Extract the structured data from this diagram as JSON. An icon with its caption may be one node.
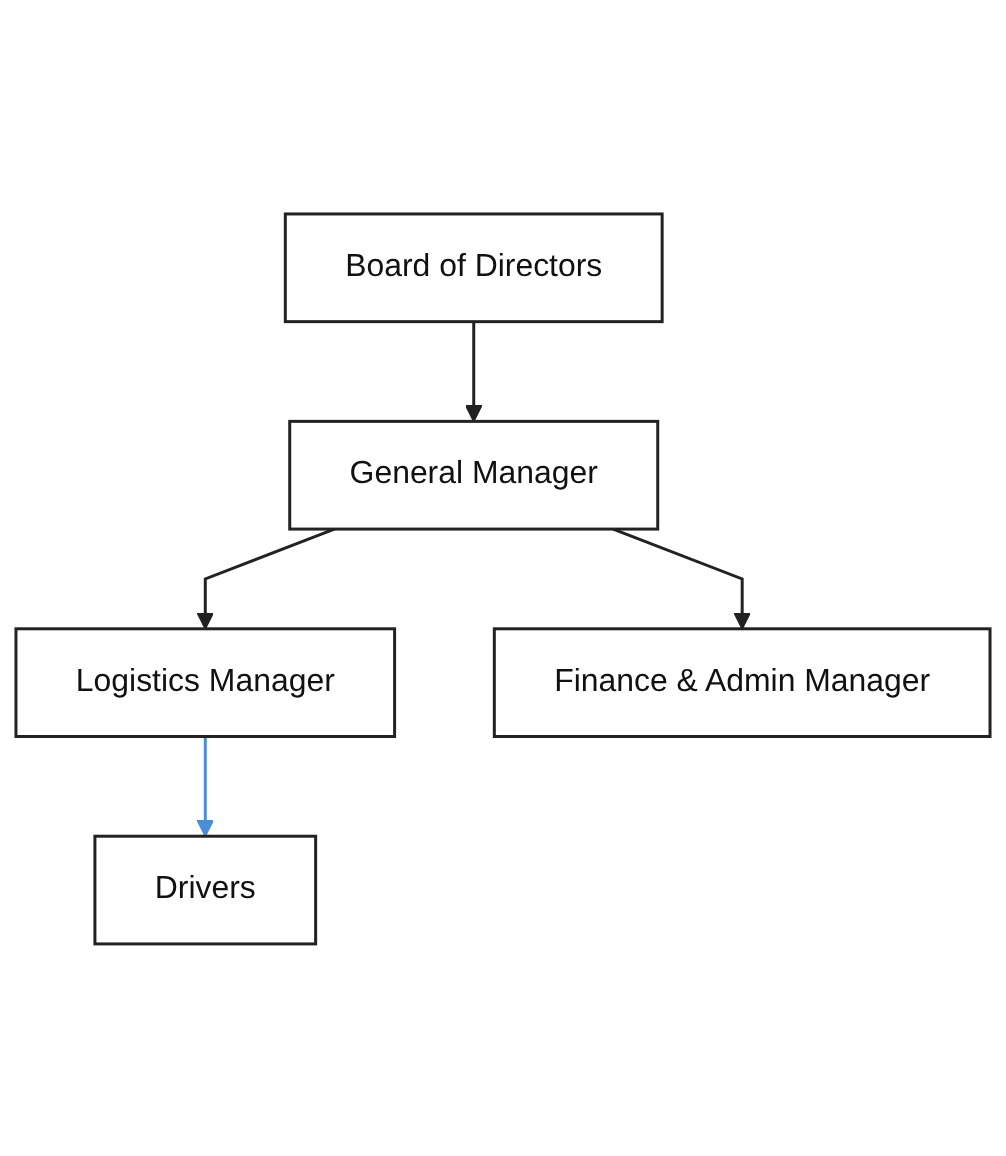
{
  "diagram": {
    "nodes": [
      {
        "text": [
          "Board of Directors"
        ]
      },
      {
        "text": [
          "General Manager"
        ]
      },
      {
        "text": [
          "Logistics Manager"
        ]
      },
      {
        "text": [
          "Finance & Admin Manager"
        ]
      },
      {
        "text": [
          "Drivers"
        ]
      }
    ],
    "edges": [
      {
        "from": 0,
        "to": 1,
        "arrow": "to"
      },
      {
        "from": 1,
        "to": 2,
        "arrow": "to"
      },
      {
        "from": 1,
        "to": 3,
        "arrow": "to"
      },
      {
        "from": 2,
        "to": 4,
        "arrow": "to",
        "color": "#4a8fd6"
      }
    ]
  }
}
